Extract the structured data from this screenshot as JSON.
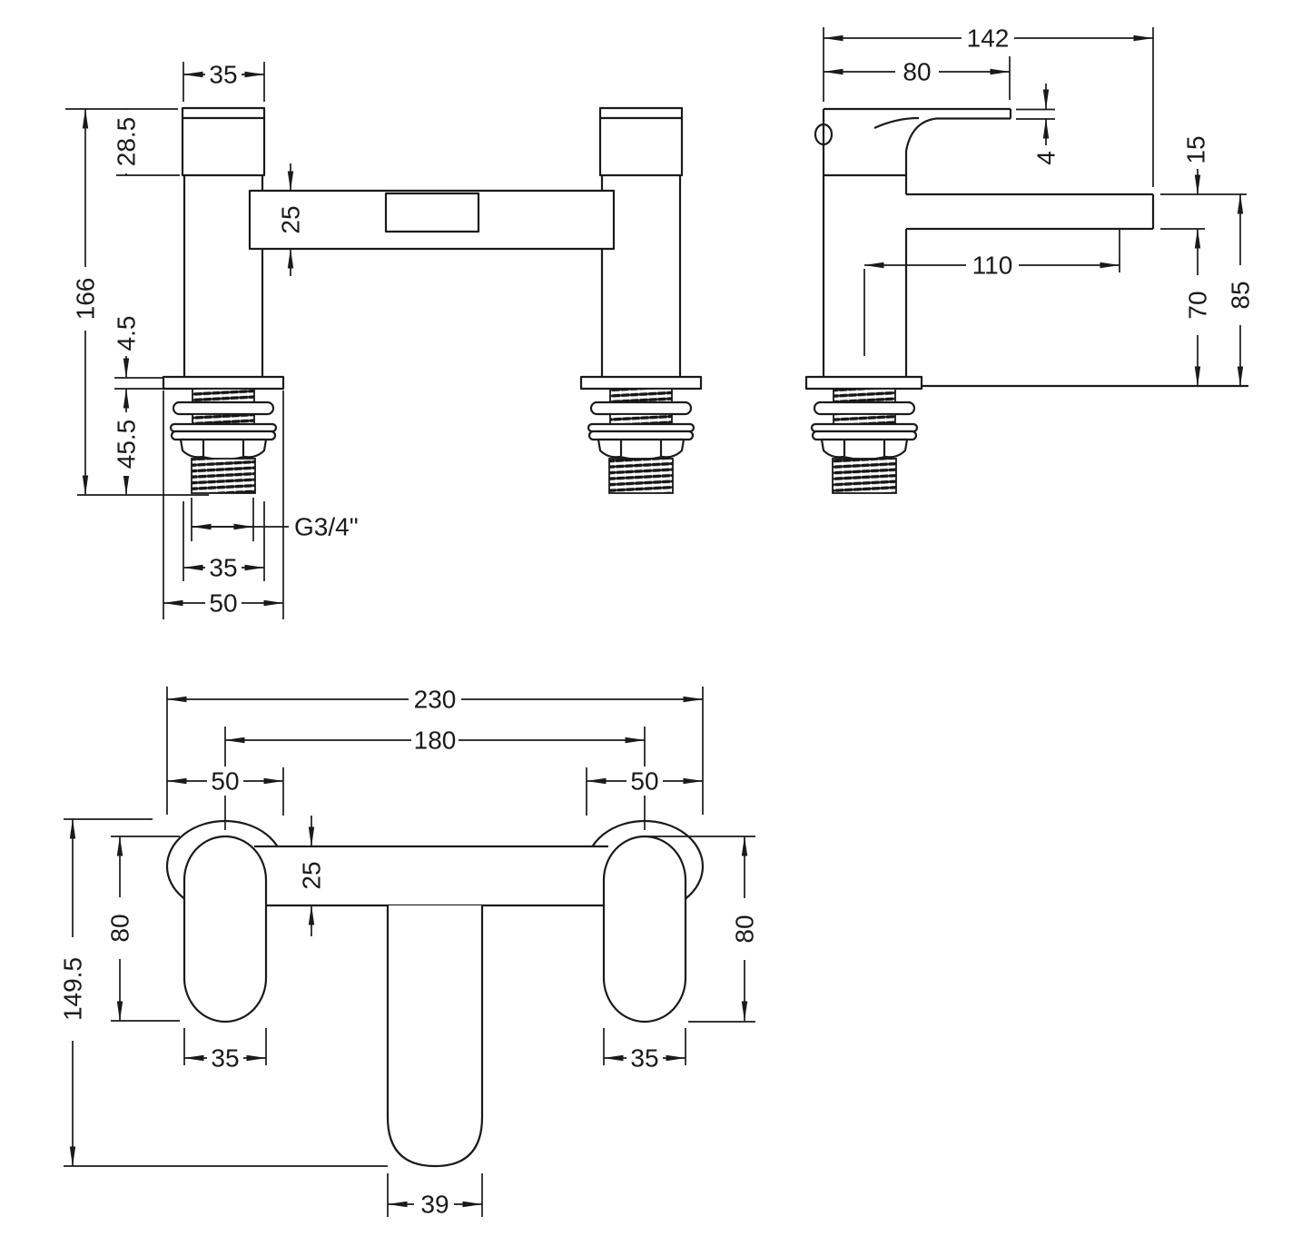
{
  "front": {
    "label": "front-elevation",
    "dims": {
      "handle_width": "35",
      "handle_height": "28.5",
      "overall_height": "166",
      "body_thickness": "25",
      "deck_plate_thickness": "4.5",
      "shank_length": "45.5",
      "thread_size": "G3/4\"",
      "shank_body_width": "35",
      "base_width": "50"
    }
  },
  "side": {
    "label": "side-elevation",
    "dims": {
      "overall_depth": "142",
      "lever_length": "80",
      "lever_thickness": "4",
      "spout_thickness": "15",
      "spout_reach": "110",
      "clearance_height": "70",
      "spout_height": "85"
    }
  },
  "plan": {
    "label": "plan-view",
    "dims": {
      "overall_width": "230",
      "hole_centres": "180",
      "base_left_width": "50",
      "base_right_width": "50",
      "body_depth": "25",
      "handle_left_length": "80",
      "handle_right_length": "80",
      "overall_depth": "149.5",
      "handle_left_width": "35",
      "handle_right_width": "35",
      "spout_width": "39"
    }
  },
  "colors": {
    "line": "#1a1a1a",
    "background": "#ffffff"
  }
}
